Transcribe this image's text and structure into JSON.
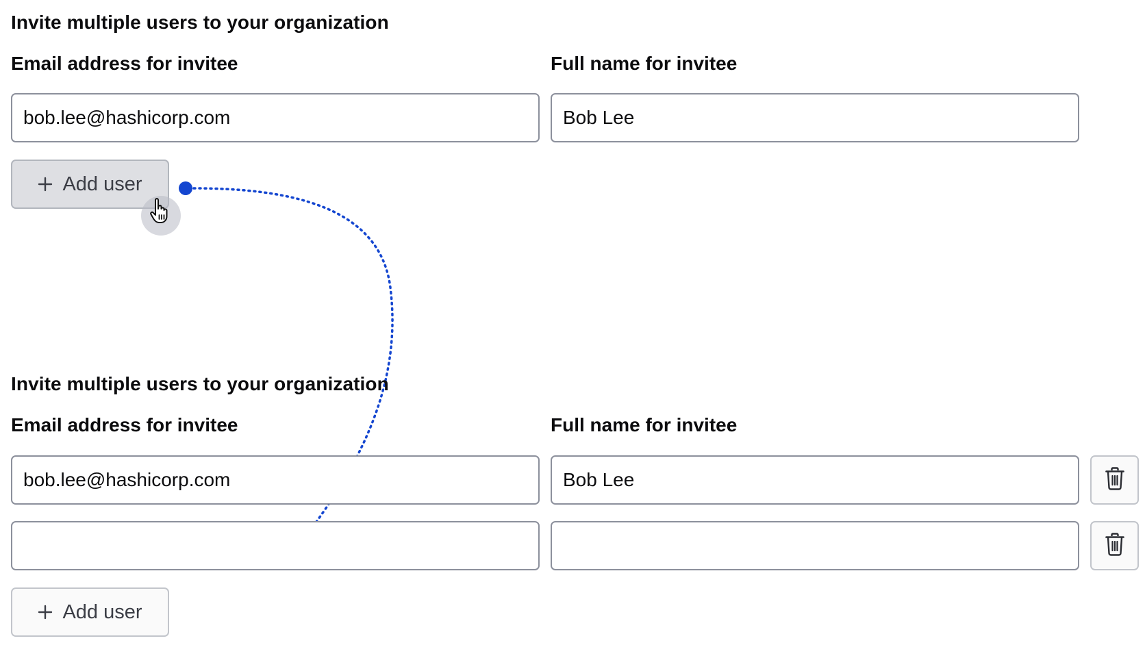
{
  "before": {
    "heading": "Invite multiple users to your organization",
    "email_label": "Email address for invitee",
    "name_label": "Full name for invitee",
    "rows": [
      {
        "email": "bob.lee@hashicorp.com",
        "name": "Bob Lee"
      }
    ],
    "add_user_label": "Add user",
    "add_user_state": "pressed"
  },
  "after": {
    "heading": "Invite multiple users to your organization",
    "email_label": "Email address for invitee",
    "name_label": "Full name for invitee",
    "rows": [
      {
        "email": "bob.lee@hashicorp.com",
        "name": "Bob Lee"
      },
      {
        "email": "",
        "name": ""
      }
    ],
    "add_user_label": "Add user"
  },
  "icons": {
    "add": "plus-icon",
    "delete": "trash-icon",
    "cursor": "hand-pointer-icon"
  },
  "colors": {
    "annotation_arrow": "#1446d0",
    "input_border": "#8c909c",
    "button_pressed_bg": "#dedfe3",
    "text": "#0c0c0e"
  }
}
